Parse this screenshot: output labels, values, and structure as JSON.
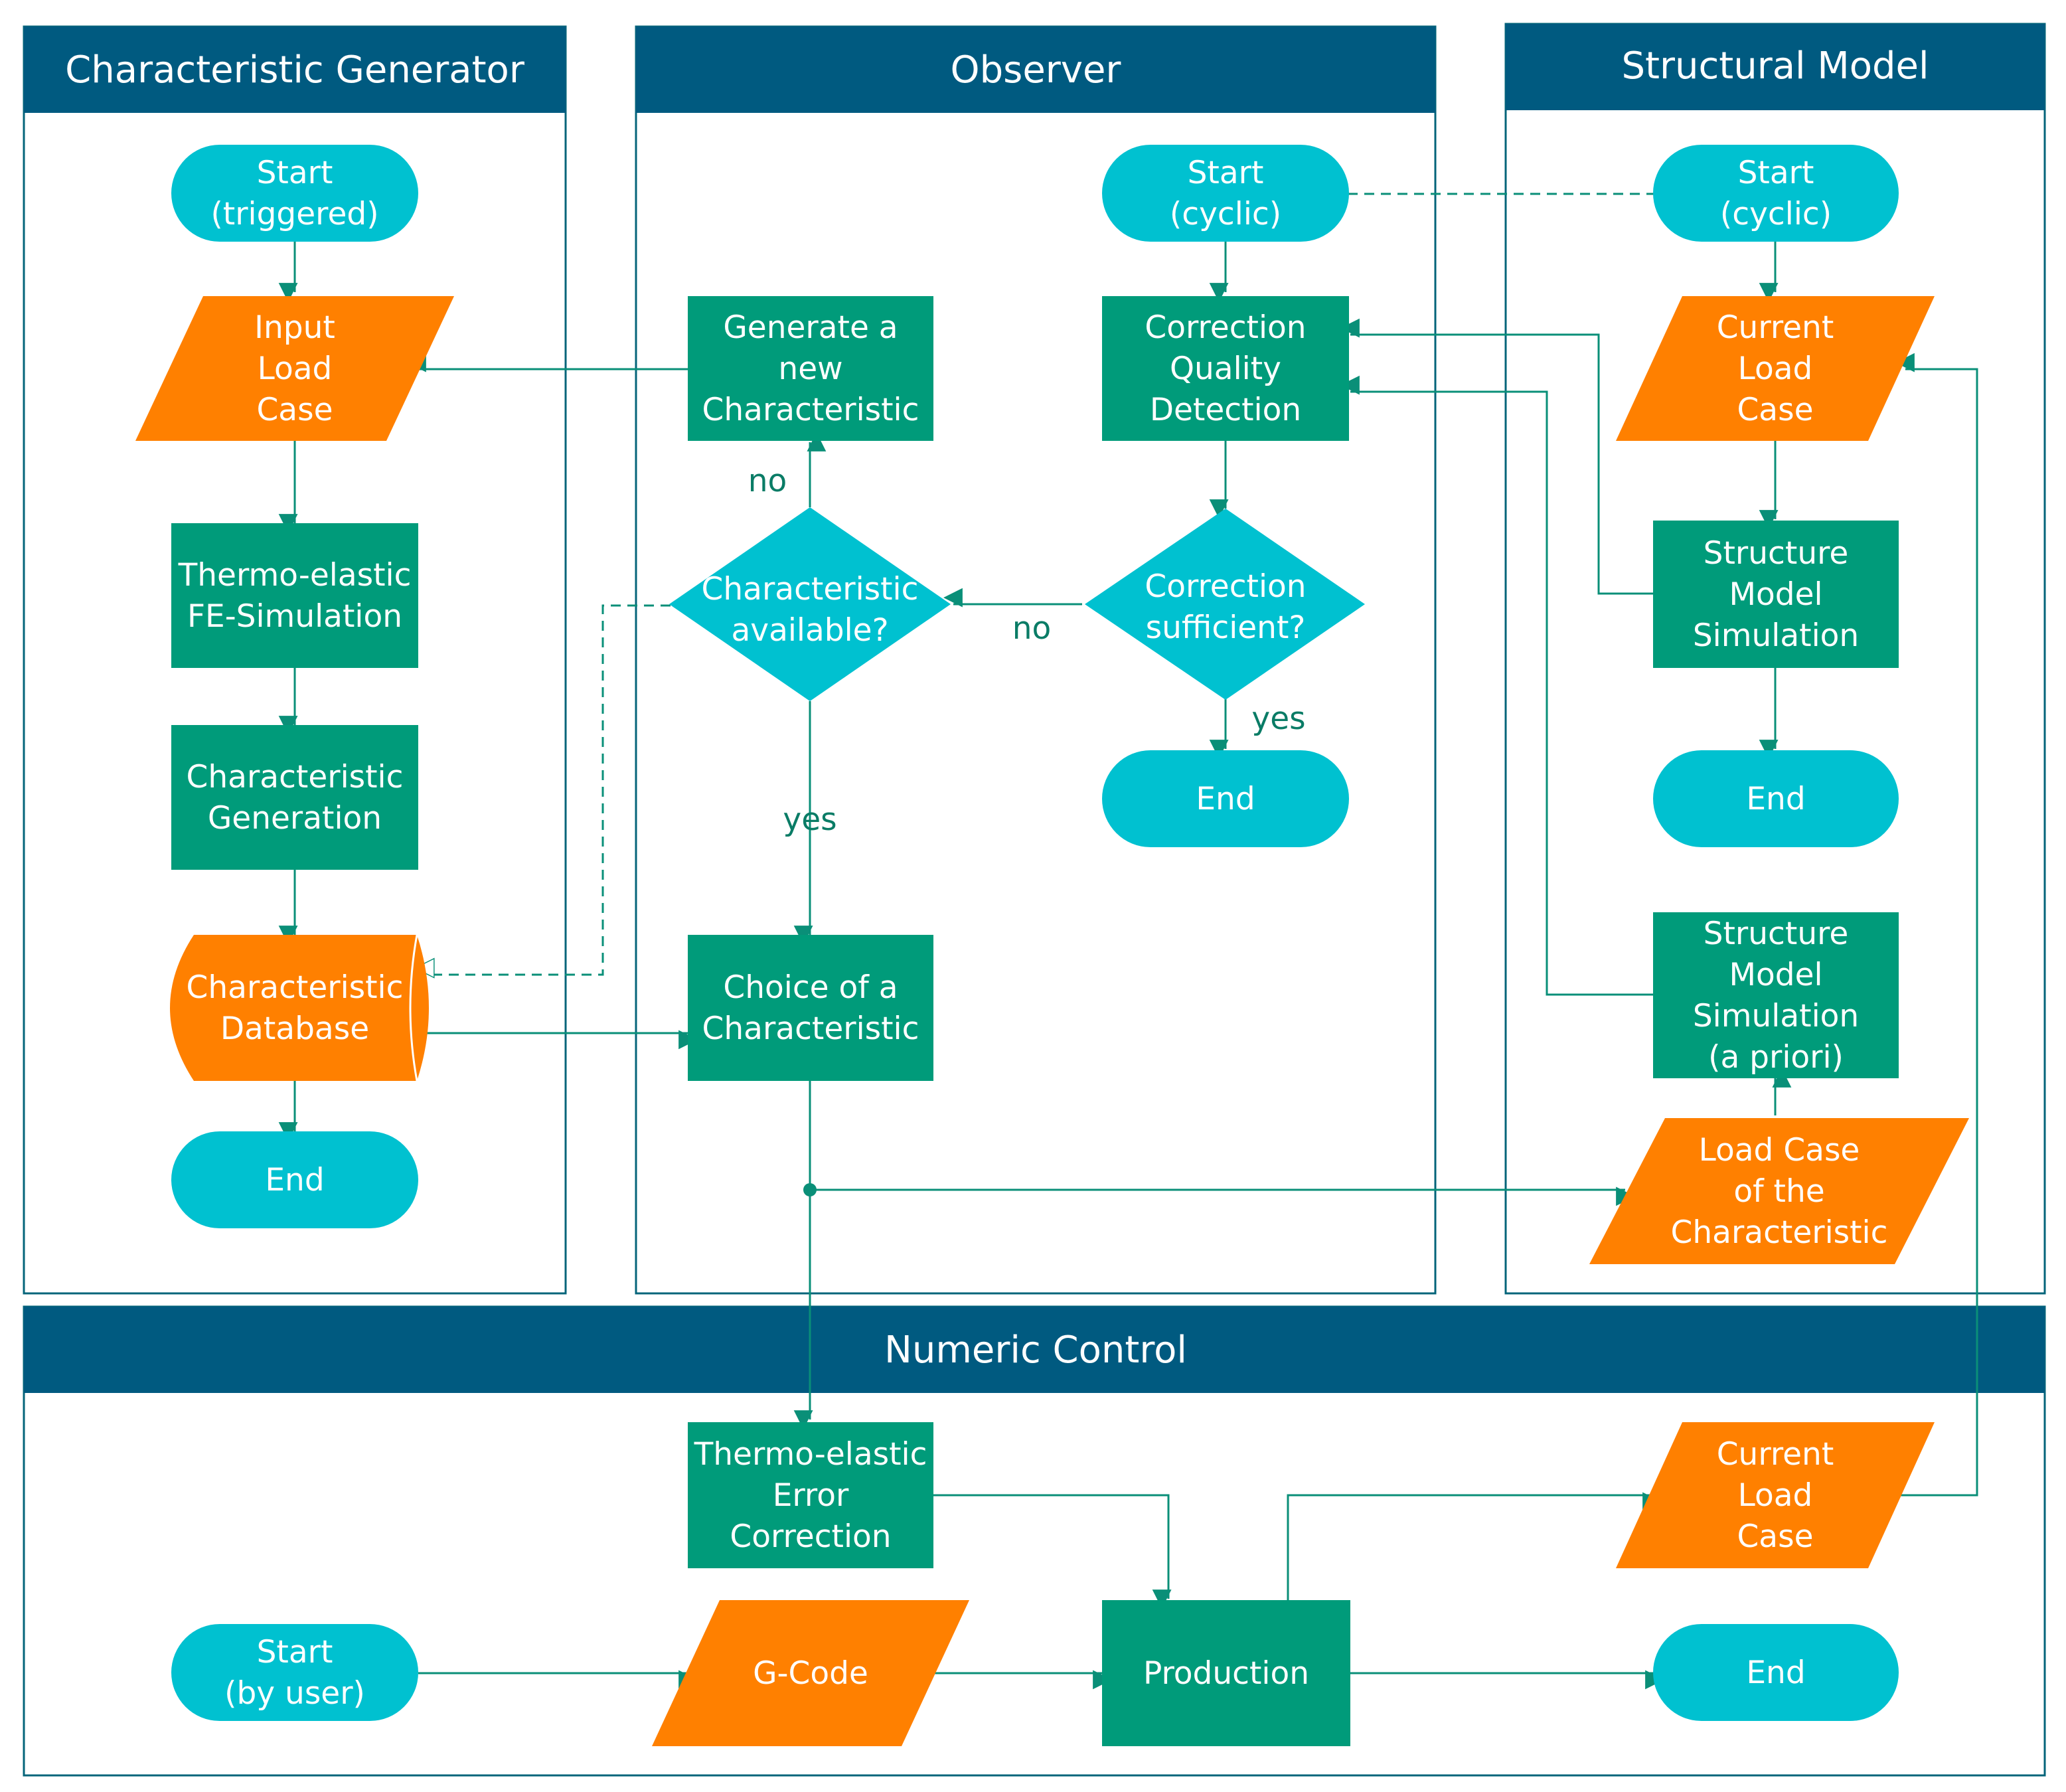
{
  "lanes": {
    "generator": "Characteristic Generator",
    "observer": "Observer",
    "structural": "Structural Model",
    "numeric": "Numeric Control"
  },
  "nodes": {
    "cg_start": [
      "Start",
      "(triggered)"
    ],
    "cg_input": [
      "Input",
      "Load",
      "Case"
    ],
    "cg_thermo": [
      "Thermo-elastic",
      "FE-Simulation"
    ],
    "cg_generation": [
      "Characteristic",
      "Generation"
    ],
    "cg_database": [
      "Characteristic",
      "Database"
    ],
    "cg_end": [
      "End"
    ],
    "ob_generate": [
      "Generate a",
      "new",
      "Characteristic"
    ],
    "ob_available": [
      "Characteristic",
      "available?"
    ],
    "ob_choice": [
      "Choice of a",
      "Characteristic"
    ],
    "ob_start": [
      "Start",
      "(cyclic)"
    ],
    "ob_quality": [
      "Correction",
      "Quality",
      "Detection"
    ],
    "ob_sufficient": [
      "Correction",
      "sufficient?"
    ],
    "ob_end": [
      "End"
    ],
    "sm_start": [
      "Start",
      "(cyclic)"
    ],
    "sm_current": [
      "Current",
      "Load",
      "Case"
    ],
    "sm_sim": [
      "Structure",
      "Model",
      "Simulation"
    ],
    "sm_end": [
      "End"
    ],
    "sm_sim_prior": [
      "Structure",
      "Model",
      "Simulation",
      "(a priori)"
    ],
    "sm_loadcase_char": [
      "Load Case",
      "of the",
      "Characteristic"
    ],
    "nc_correction": [
      "Thermo-elastic",
      "Error",
      "Correction"
    ],
    "nc_current": [
      "Current",
      "Load",
      "Case"
    ],
    "nc_start": [
      "Start",
      "(by user)"
    ],
    "nc_gcode": [
      "G-Code"
    ],
    "nc_production": [
      "Production"
    ],
    "nc_end": [
      "End"
    ]
  },
  "edge_labels": {
    "no_generate": "no",
    "no_sufficient": "no",
    "yes_available": "yes",
    "yes_sufficient": "yes"
  },
  "colors": {
    "header": "#005a80",
    "terminator": "#00c1d0",
    "process": "#009b7a",
    "data": "#ff8000",
    "connector": "#0a8f78"
  }
}
